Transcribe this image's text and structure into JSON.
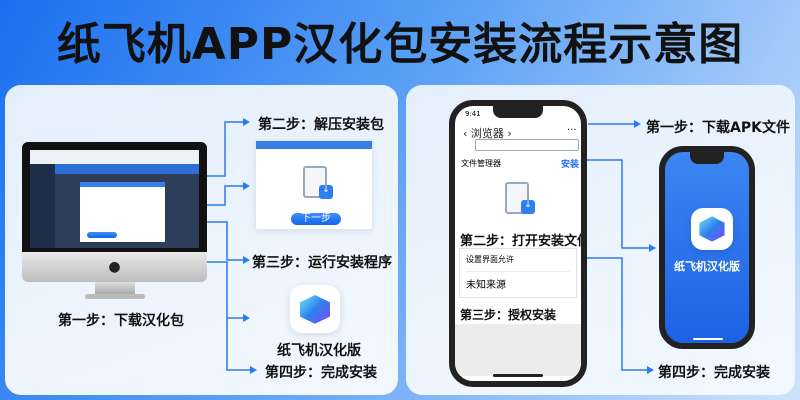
{
  "title": "纸飞机APP汉化包安装流程示意图",
  "left": {
    "step1": "第一步：下载汉化包",
    "step2": "第二步：解压安装包",
    "step3": "第三步：运行安装程序",
    "step4": "第四步：完成安装",
    "dialog_next": "下一步",
    "app_name": "纸飞机汉化版"
  },
  "right": {
    "step1": "第一步：下载APK文件",
    "step2": "第二步：打开安装文件",
    "step3": "第三步：授权安装",
    "step4": "第四步：完成安装",
    "phone": {
      "time": "9:41",
      "nav_title": "浏览器",
      "file_manager": "文件管理器",
      "install": "安装",
      "setting_text": "设置界面允许",
      "unknown_source": "未知来源"
    },
    "app_name": "纸飞机汉化版"
  },
  "colors": {
    "accent": "#1f6ff0",
    "line": "#2a7bf0"
  }
}
